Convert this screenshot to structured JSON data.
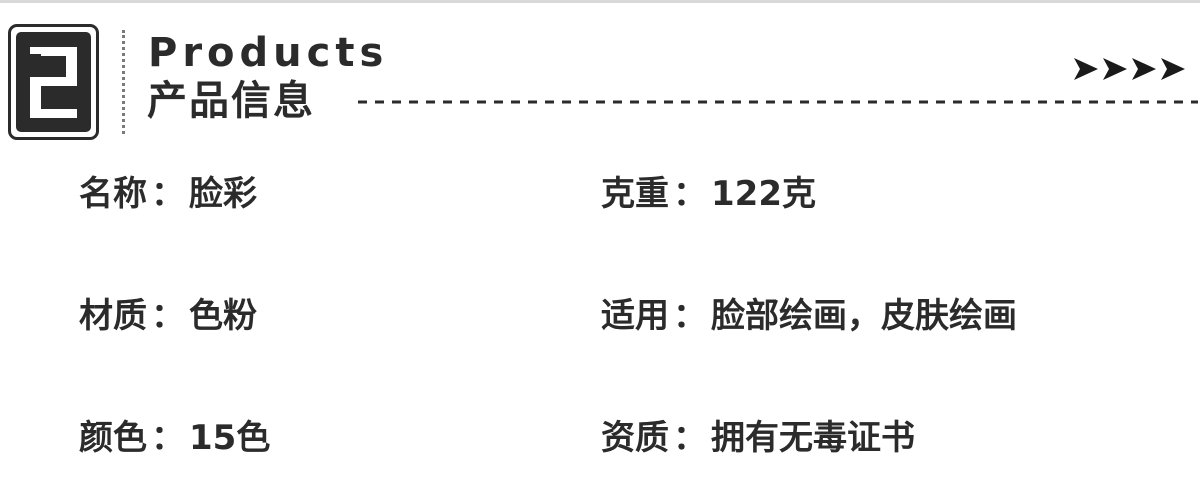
{
  "header": {
    "section_number": "2",
    "title_en": "Products",
    "title_cn": "产品信息"
  },
  "fields": {
    "name": {
      "label": "名称",
      "value": "脸彩"
    },
    "weight": {
      "label": "克重",
      "value": "122克"
    },
    "material": {
      "label": "材质",
      "value": "色粉"
    },
    "usage": {
      "label": "适用",
      "value": "脸部绘画，皮肤绘画"
    },
    "color": {
      "label": "颜色",
      "value": "15色"
    },
    "certificate": {
      "label": "资质",
      "value": "拥有无毒证书"
    }
  },
  "separator": "：",
  "colors": {
    "text": "#2b2b2b",
    "divider": "#7a7a7a",
    "badge_text": "#ffffff"
  },
  "icons": [
    "section-number-badge",
    "arrow-right-icon"
  ]
}
